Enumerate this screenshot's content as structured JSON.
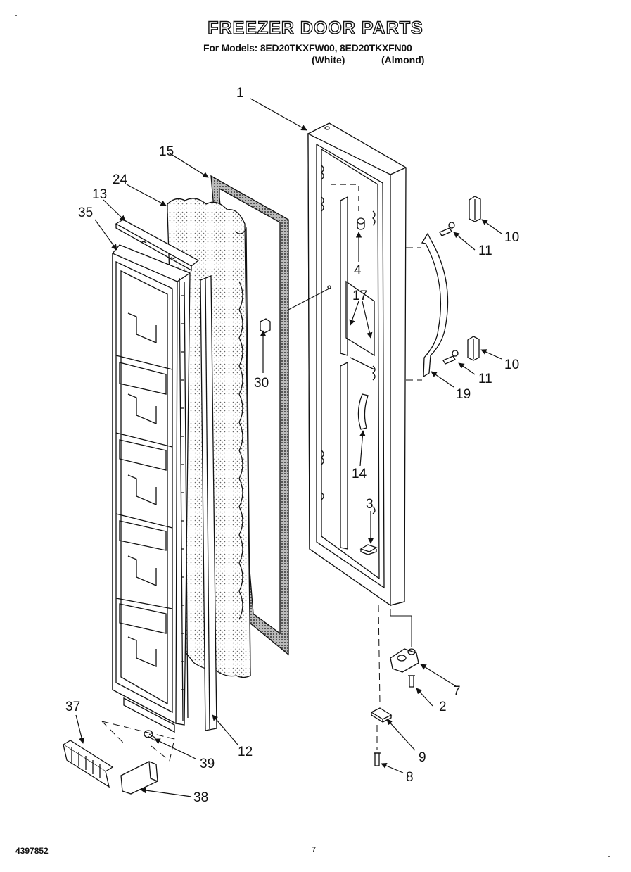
{
  "header": {
    "title": "FREEZER DOOR PARTS",
    "models_line": "For Models: 8ED20TKXFW00, 8ED20TKXFN00",
    "variant_white": "(White)",
    "variant_almond": "(Almond)"
  },
  "footer": {
    "doc_number": "4397852",
    "page_number": "7"
  },
  "callouts": [
    {
      "id": "c1",
      "label": "1"
    },
    {
      "id": "c2",
      "label": "2"
    },
    {
      "id": "c3",
      "label": "3"
    },
    {
      "id": "c4",
      "label": "4"
    },
    {
      "id": "c7",
      "label": "7"
    },
    {
      "id": "c8",
      "label": "8"
    },
    {
      "id": "c9",
      "label": "9"
    },
    {
      "id": "c10a",
      "label": "10"
    },
    {
      "id": "c10b",
      "label": "10"
    },
    {
      "id": "c11a",
      "label": "11"
    },
    {
      "id": "c11b",
      "label": "11"
    },
    {
      "id": "c12",
      "label": "12"
    },
    {
      "id": "c13",
      "label": "13"
    },
    {
      "id": "c14",
      "label": "14"
    },
    {
      "id": "c15",
      "label": "15"
    },
    {
      "id": "c17",
      "label": "17"
    },
    {
      "id": "c19",
      "label": "19"
    },
    {
      "id": "c24",
      "label": "24"
    },
    {
      "id": "c30",
      "label": "30"
    },
    {
      "id": "c35",
      "label": "35"
    },
    {
      "id": "c37",
      "label": "37"
    },
    {
      "id": "c38",
      "label": "38"
    },
    {
      "id": "c39",
      "label": "39"
    }
  ]
}
